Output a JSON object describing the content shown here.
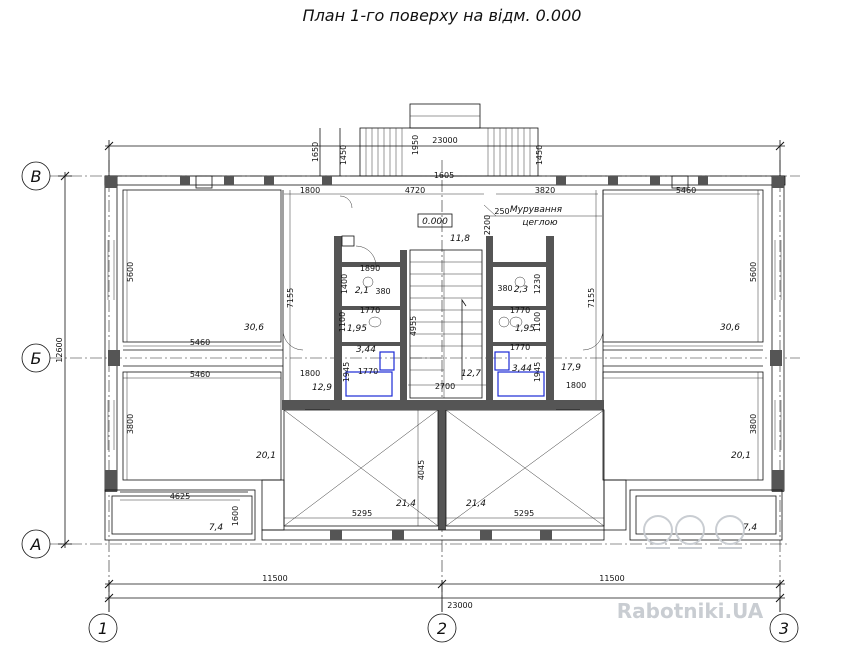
{
  "title": "План 1-го поверху на відм. 0.000",
  "axes": {
    "letters": [
      "В",
      "Б",
      "А"
    ],
    "numbers": [
      "1",
      "2",
      "3"
    ]
  },
  "dimensions": {
    "overall_top": "23000",
    "overall_bottom": "23000",
    "half_left": "11500",
    "half_right": "11500",
    "vertical_total": "12600",
    "porch_1650": "1650",
    "porch_1450_left": "1450",
    "porch_1950": "1950",
    "porch_1450_right": "1450",
    "d1800_top_left": "1800",
    "d4720": "4720",
    "d3820": "3820",
    "d5460_top_right": "5460",
    "d1605": "1605",
    "d250": "250",
    "d2200": "2200",
    "d5600_left": "5600",
    "d5600_right": "5600",
    "d7155_left": "7155",
    "d7155_right": "7155",
    "d1890": "1890",
    "d1400": "1400",
    "d380_left": "380",
    "d380_right": "380",
    "d1230": "1230",
    "d1770_left_a": "1770",
    "d1770_right_a": "1770",
    "d1100_left": "1100",
    "d1100_right": "1100",
    "d4955": "4955",
    "d1945_left": "1945",
    "d1945_right": "1945",
    "d1770_left_b": "1770",
    "d1770_right_b": "1770",
    "d5460_mid_a": "5460",
    "d5460_mid_b": "5460",
    "d1800_left_mid": "1800",
    "d1800_right_mid": "1800",
    "d2700": "2700",
    "d3800_left": "3800",
    "d3800_right": "3800",
    "d4045": "4045",
    "d4625": "4625",
    "d1600": "1600",
    "d5295_left": "5295",
    "d5295_right": "5295"
  },
  "areas": {
    "room_top_left": "30,6",
    "room_top_right": "30,6",
    "hall": "11,8",
    "wc_left": "2,1",
    "wc_right": "2,3",
    "bath_small_left": "1,95",
    "bath_small_right": "1,95",
    "bath_left": "3,44",
    "bath_right": "3,44",
    "corridor_left": "12,9",
    "corridor_mid": "12,7",
    "corridor_right": "17,9",
    "room_bottom_left": "20,1",
    "room_bottom_right": "20,1",
    "garage_left": "21,4",
    "garage_right": "21,4",
    "terrace_left": "7,4",
    "terrace_right": "7,4"
  },
  "level_mark": "0.000",
  "note_line1": "Мурування",
  "note_line2": "цеглою",
  "watermark": "Rabotniki.UA"
}
